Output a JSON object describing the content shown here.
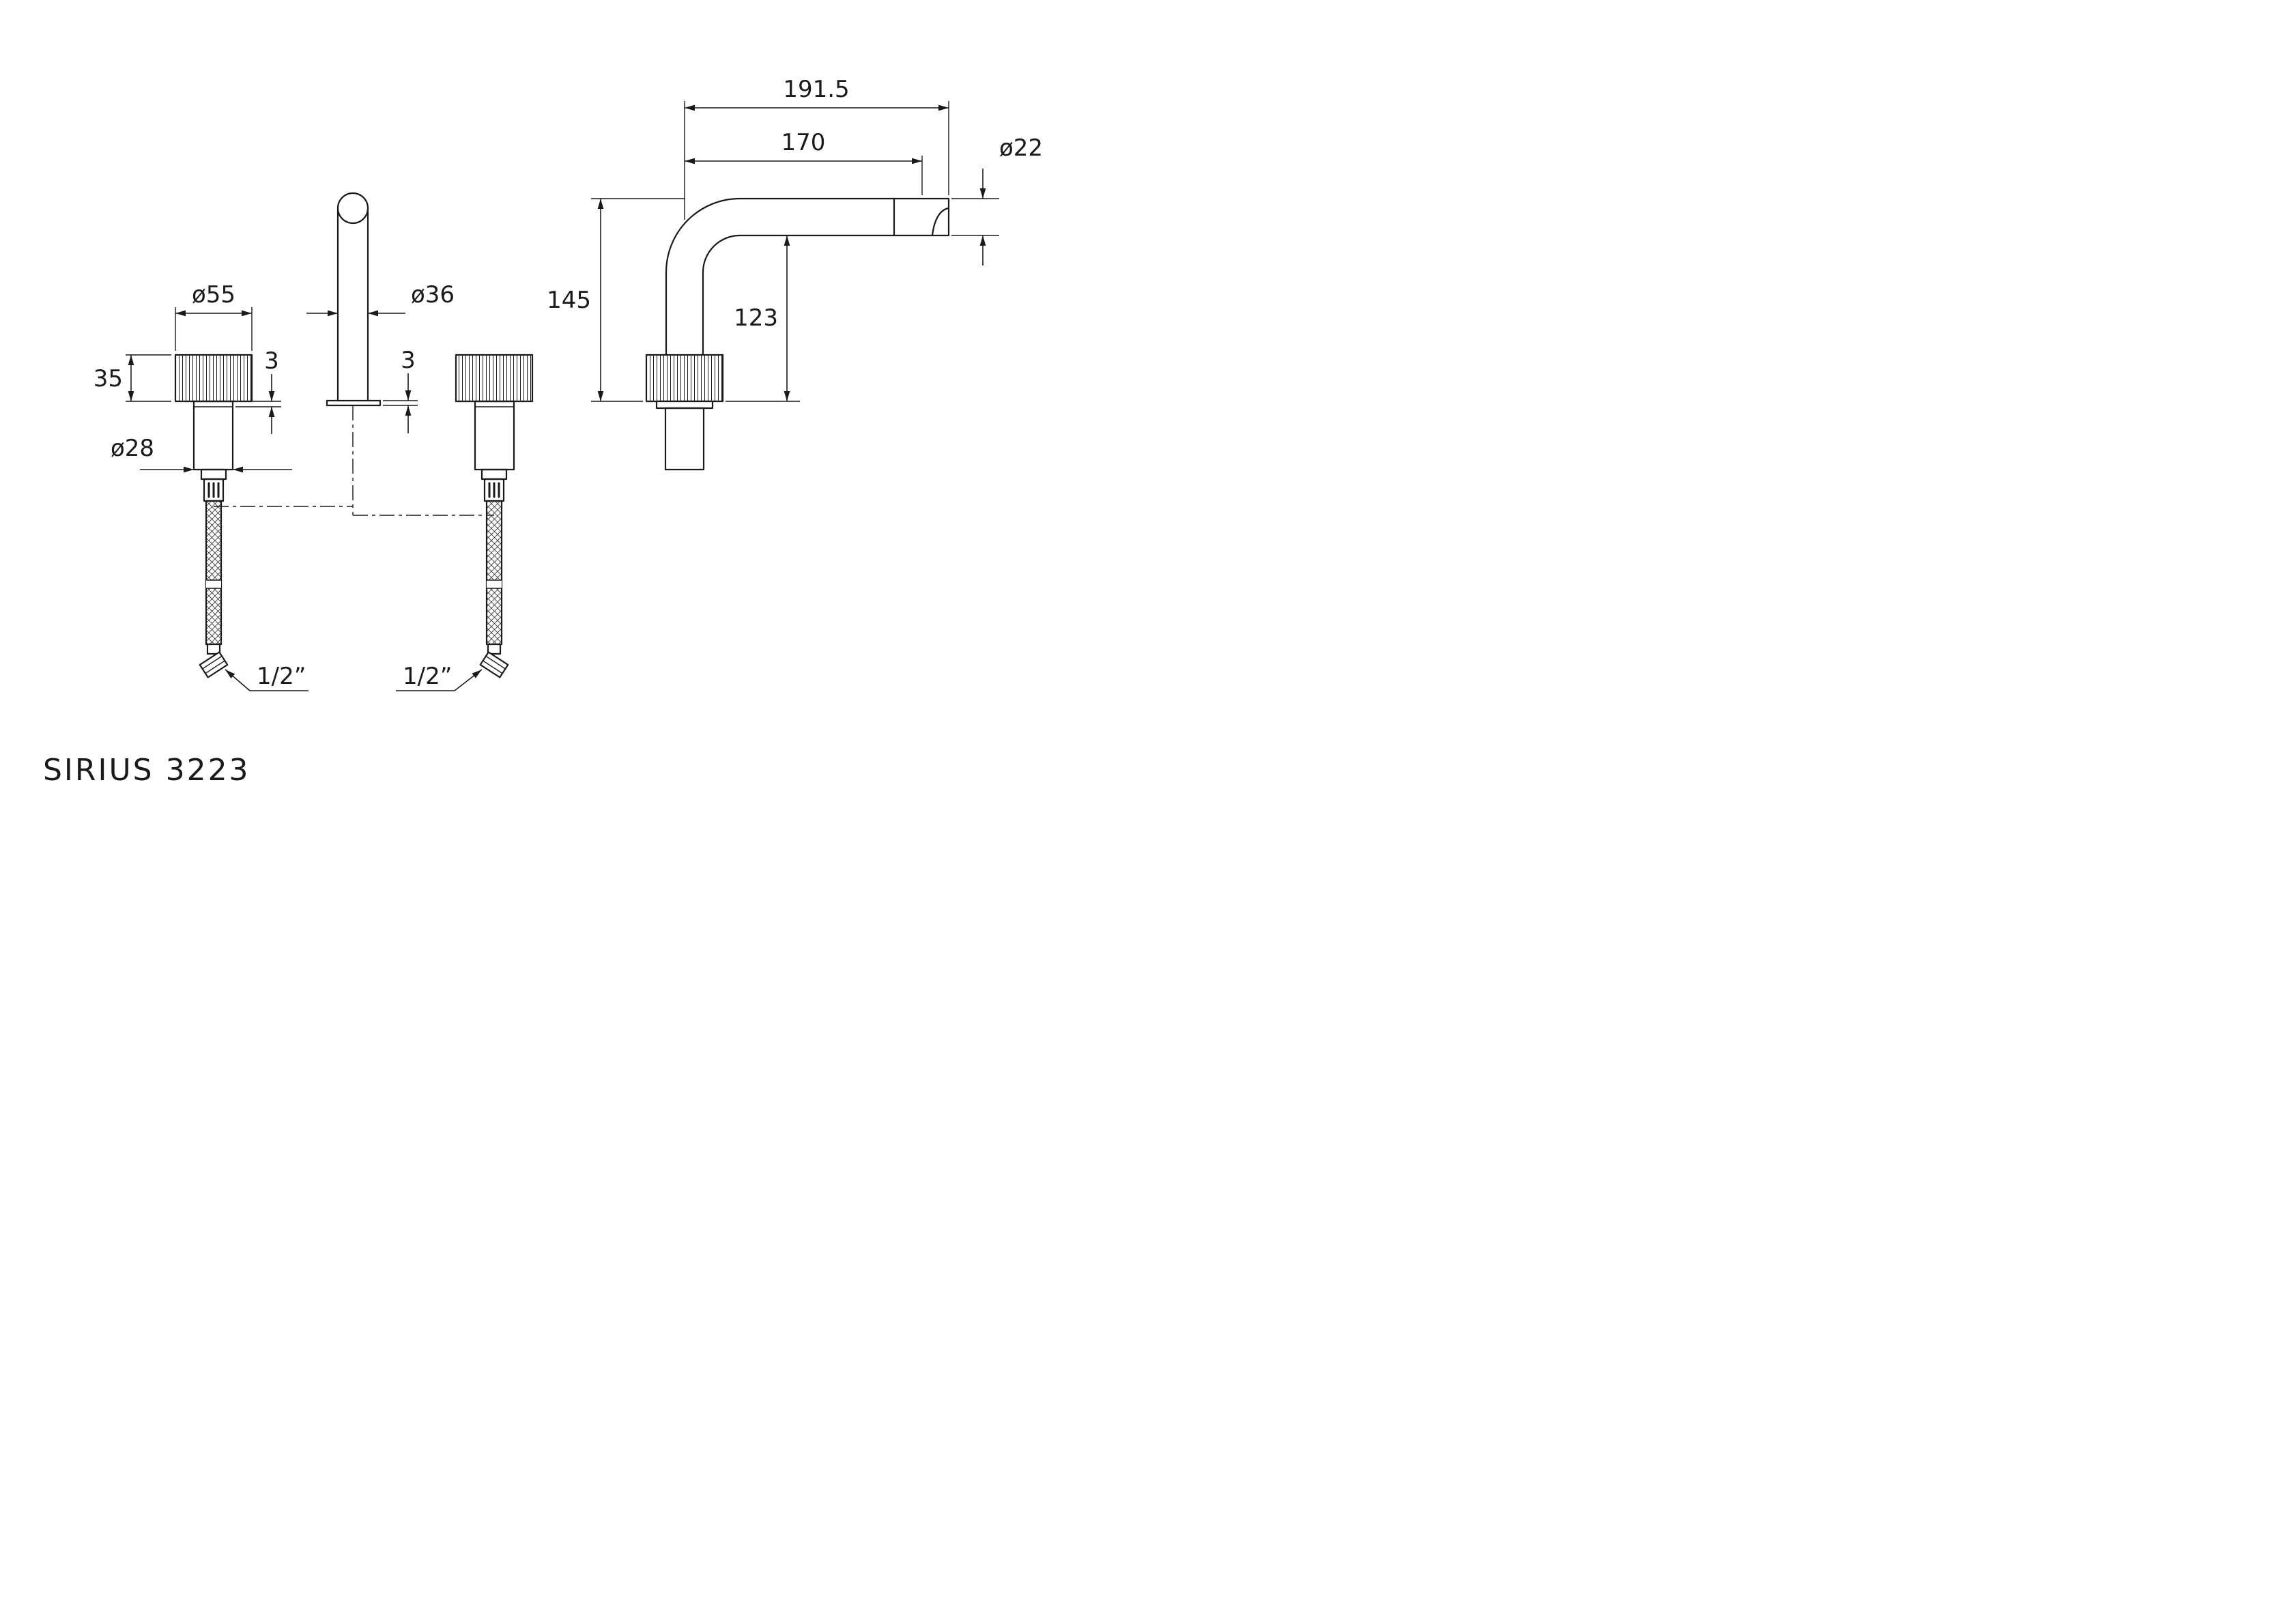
{
  "title": "SIRIUS 3223",
  "colors": {
    "line": "#1a1a1a",
    "background": "#ffffff"
  },
  "front_view": {
    "name": "front view",
    "dims": {
      "handle_diameter": "ø55",
      "handle_height": "35",
      "spout_diameter": "ø36",
      "handle_trim_thickness": "3",
      "spout_base_thickness": "3",
      "handle_base_diameter": "ø28",
      "hose_left_thread": "1/2”",
      "hose_right_thread": "1/2”"
    }
  },
  "side_view": {
    "name": "side view",
    "dims": {
      "spout_reach_overall": "191.5",
      "spout_reach": "170",
      "spout_tube_diameter": "ø22",
      "spout_height": "145",
      "spout_underside_height": "123"
    }
  }
}
